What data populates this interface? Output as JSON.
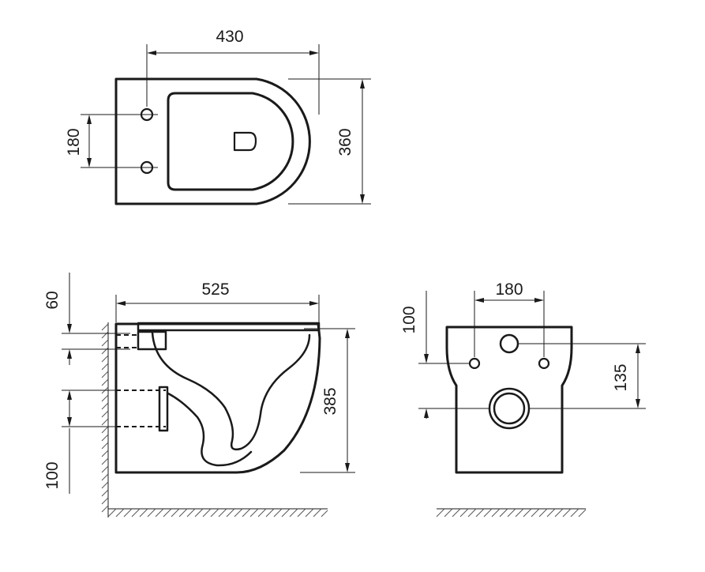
{
  "dimensions": {
    "top_view": {
      "length": "430",
      "bolt_spacing": "180",
      "width": "360"
    },
    "side_view": {
      "seat_height": "60",
      "length": "525",
      "height": "385",
      "outlet_height": "100"
    },
    "back_view": {
      "bolt_spacing": "180",
      "top_offset": "100",
      "outlet_height": "135"
    }
  },
  "colors": {
    "line": "#1a1a1a",
    "hatch": "#555555"
  }
}
